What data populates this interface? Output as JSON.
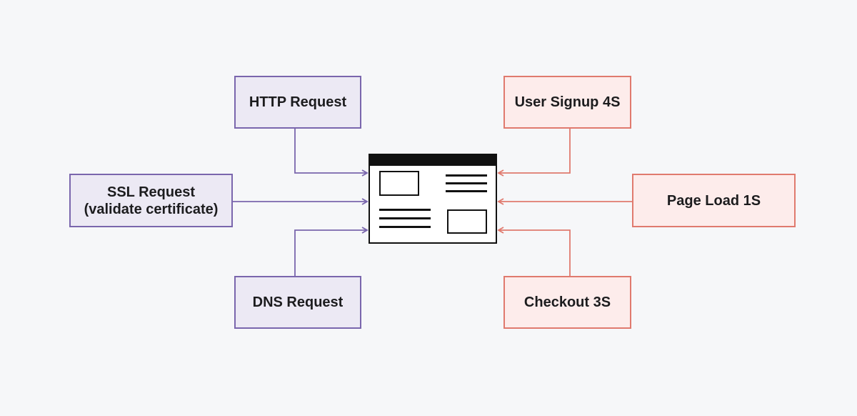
{
  "colors": {
    "background": "#f6f7f9",
    "synthetic_border": "#7a66ad",
    "synthetic_fill": "#ece9f4",
    "rum_border": "#e07a6e",
    "rum_fill": "#fdeceb",
    "page_outline": "#111111"
  },
  "center": {
    "icon": "webpage-layout-icon"
  },
  "left_nodes": {
    "http": "HTTP Request",
    "ssl_line1": "SSL Request",
    "ssl_line2": "(validate certificate)",
    "dns": "DNS Request"
  },
  "right_nodes": {
    "signup": "User Signup 4S",
    "pageload": "Page Load 1S",
    "checkout": "Checkout 3S"
  }
}
